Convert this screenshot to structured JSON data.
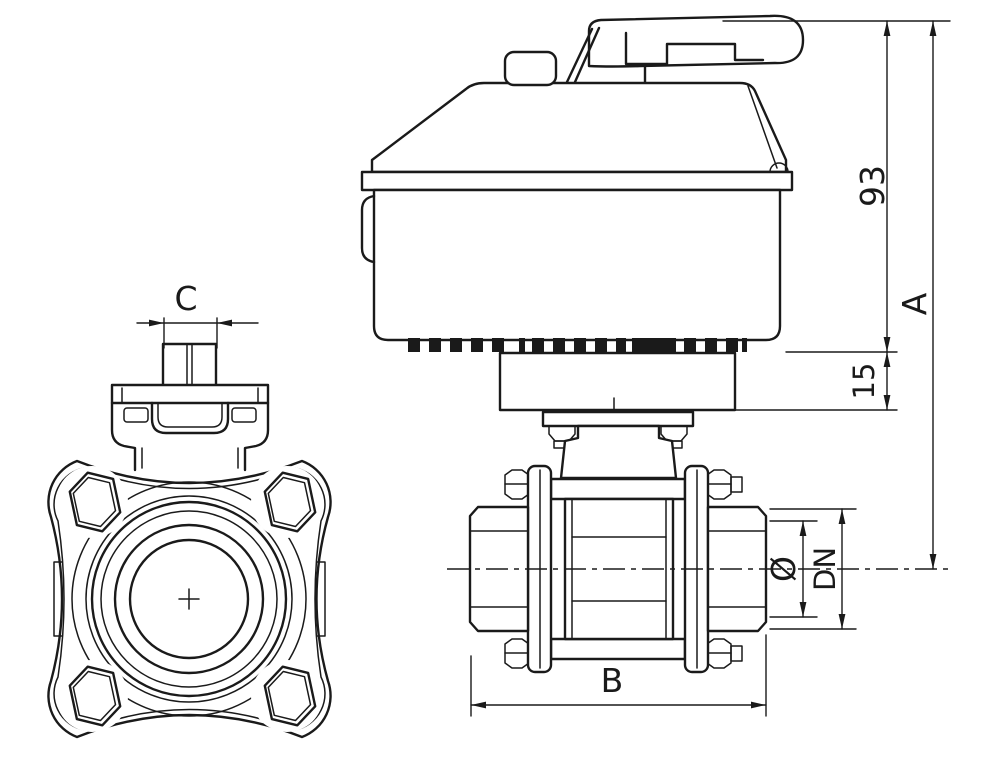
{
  "diagram": {
    "type": "technical-drawing",
    "subject": "motorized-ball-valve-two-views",
    "background_color": "#ffffff",
    "line_color": "#1a1a1a",
    "dimensions": {
      "stem_width": {
        "label": "C"
      },
      "actuator_height": {
        "label": "93"
      },
      "total_height": {
        "label": "A"
      },
      "adapter_height": {
        "label": "15"
      },
      "bore_diameter": {
        "label": "Ø"
      },
      "nominal_diameter": {
        "label": "DN"
      },
      "body_length": {
        "label": "B"
      }
    }
  }
}
